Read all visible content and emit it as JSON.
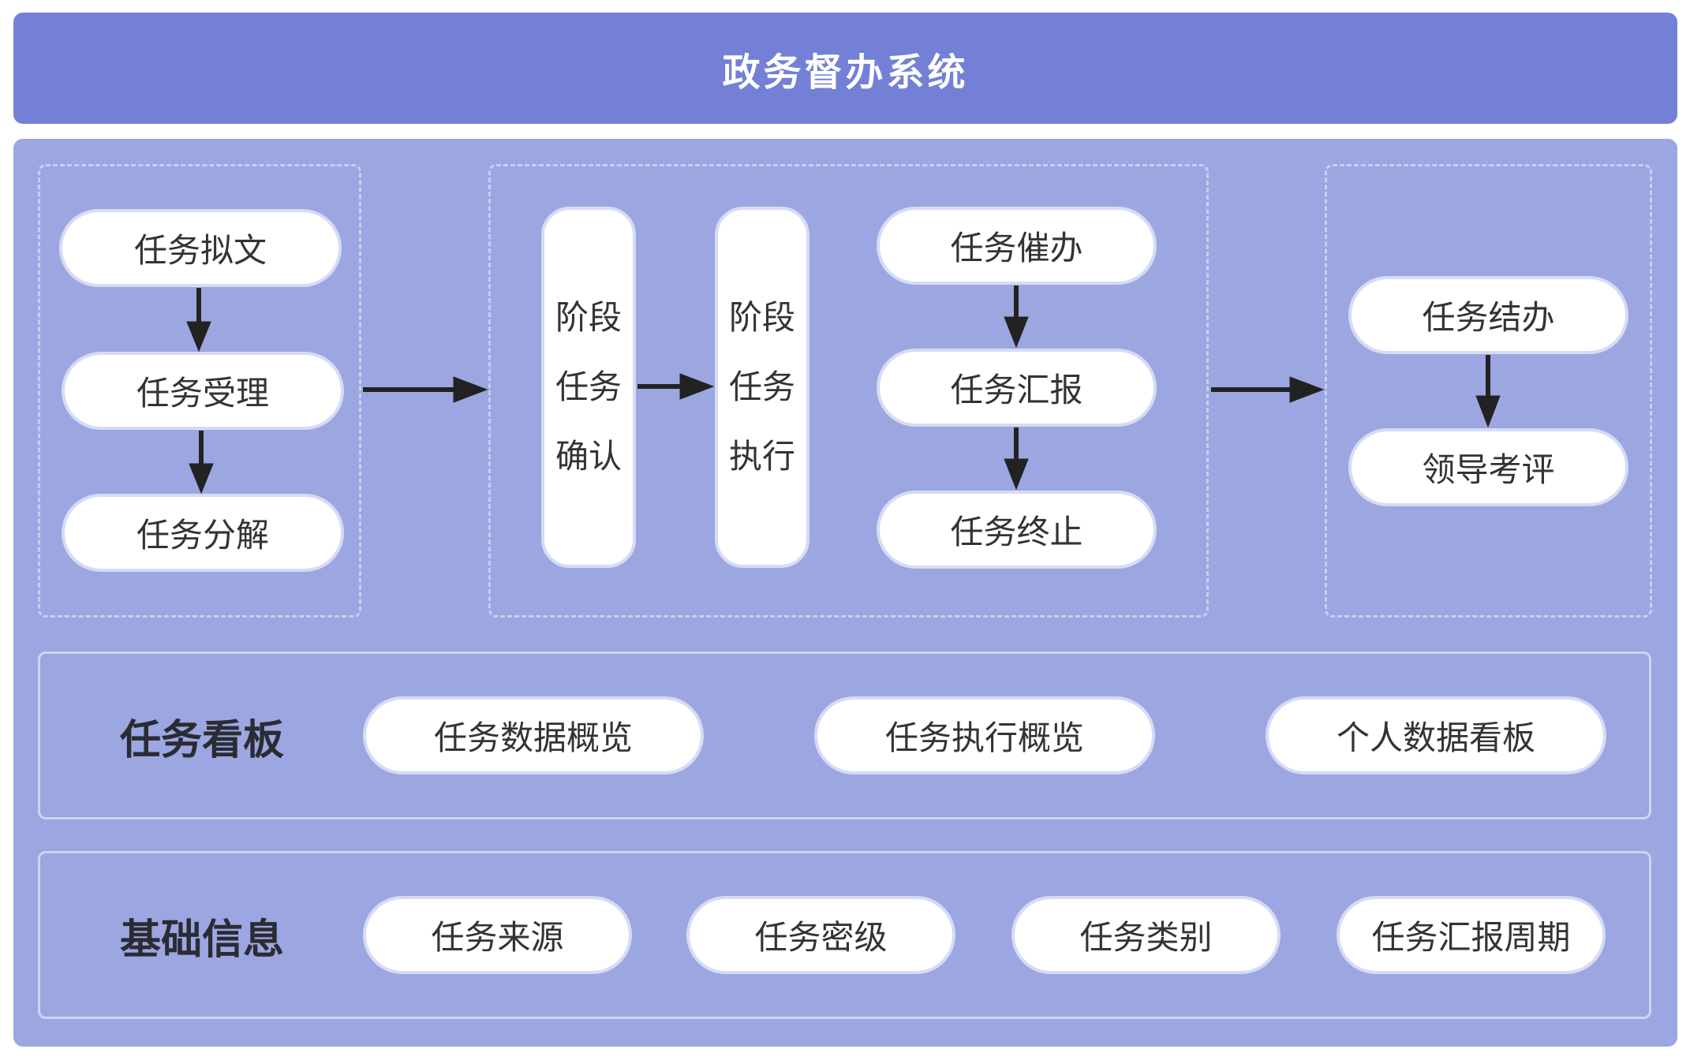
{
  "header": {
    "title": "政务督办系统"
  },
  "flow": {
    "group1": [
      "任务拟文",
      "任务受理",
      "任务分解"
    ],
    "group2": {
      "stage_confirm": [
        "阶段",
        "任务",
        "确认"
      ],
      "stage_execute": [
        "阶段",
        "任务",
        "执行"
      ],
      "items": [
        "任务催办",
        "任务汇报",
        "任务终止"
      ]
    },
    "group3": [
      "任务结办",
      "领导考评"
    ]
  },
  "dashboard": {
    "title": "任务看板",
    "items": [
      "任务数据概览",
      "任务执行概览",
      "个人数据看板"
    ]
  },
  "basic_info": {
    "title": "基础信息",
    "items": [
      "任务来源",
      "任务密级",
      "任务类别",
      "任务汇报周期"
    ]
  },
  "colors": {
    "header_bg": "#7380d6",
    "panel_bg": "#9ca6e1",
    "node_bg": "#ffffff",
    "arrow": "#222222"
  }
}
